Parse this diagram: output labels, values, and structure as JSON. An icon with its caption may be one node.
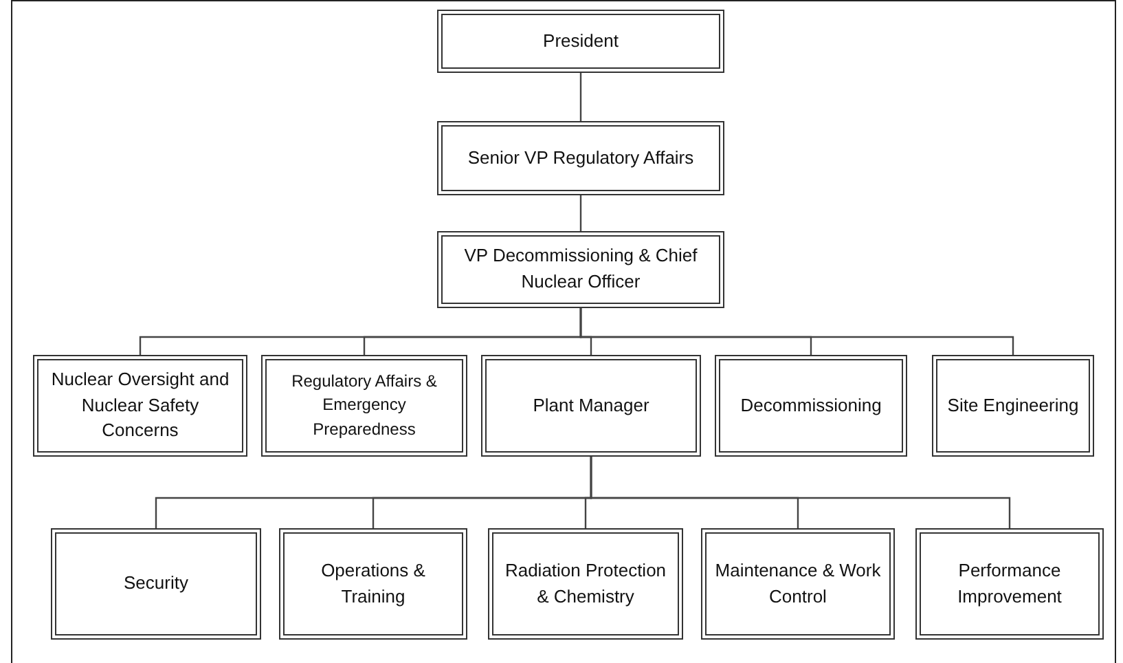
{
  "diagram": {
    "nodes": [
      {
        "text": [
          "President"
        ]
      },
      {
        "text": [
          "Senior VP Regulatory Affairs"
        ]
      },
      {
        "text": [
          "VP Decommissioning & Chief Nuclear Officer"
        ]
      },
      {
        "text": [
          "Nuclear Oversight and Nuclear Safety Concerns"
        ]
      },
      {
        "text": [
          "Regulatory Affairs & Emergency Preparedness"
        ]
      },
      {
        "text": [
          "Plant Manager"
        ]
      },
      {
        "text": [
          "Decommissioning"
        ]
      },
      {
        "text": [
          "Site Engineering"
        ]
      },
      {
        "text": [
          "Security"
        ]
      },
      {
        "text": [
          "Operations & Training"
        ]
      },
      {
        "text": [
          "Radiation Protection & Chemistry"
        ]
      },
      {
        "text": [
          "Maintenance & Work Control"
        ]
      },
      {
        "text": [
          "Performance Improvement"
        ]
      }
    ],
    "edges": [
      {
        "from": 0,
        "to": 1,
        "arrow": "none"
      },
      {
        "from": 1,
        "to": 2,
        "arrow": "none"
      },
      {
        "from": 2,
        "to": 3,
        "arrow": "none"
      },
      {
        "from": 2,
        "to": 4,
        "arrow": "none"
      },
      {
        "from": 2,
        "to": 5,
        "arrow": "none"
      },
      {
        "from": 2,
        "to": 6,
        "arrow": "none"
      },
      {
        "from": 2,
        "to": 7,
        "arrow": "none"
      },
      {
        "from": 5,
        "to": 8,
        "arrow": "none"
      },
      {
        "from": 5,
        "to": 9,
        "arrow": "none"
      },
      {
        "from": 5,
        "to": 10,
        "arrow": "none"
      },
      {
        "from": 5,
        "to": 11,
        "arrow": "none"
      },
      {
        "from": 5,
        "to": 12,
        "arrow": "none"
      }
    ]
  }
}
